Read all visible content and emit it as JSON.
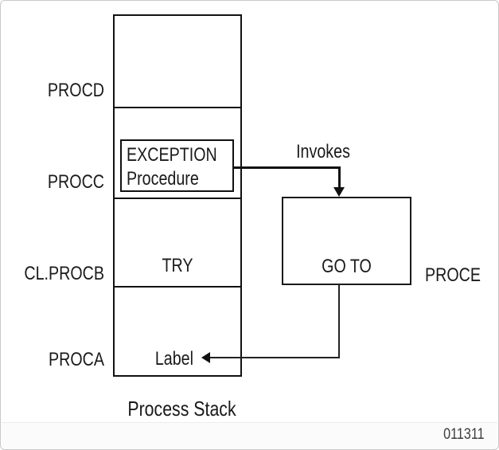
{
  "diagram": {
    "process_stack": {
      "caption": "Process Stack",
      "frames": [
        {
          "name": "PROCD",
          "content": ""
        },
        {
          "name": "PROCC",
          "content": ""
        },
        {
          "name": "CL.PROCB",
          "content": "TRY"
        },
        {
          "name": "PROCA",
          "content": "Label"
        }
      ],
      "exception_box": {
        "title": "EXCEPTION",
        "subtitle": "Procedure"
      }
    },
    "invoke_arrow": {
      "label": "Invokes"
    },
    "goto_box": {
      "content": "GO TO",
      "outside_label": "PROCE"
    },
    "figure_number": "011311"
  },
  "colors": {
    "line": "#111111",
    "text": "#1a1a1a",
    "card_border": "#c8c8c8",
    "figure_number_text": "#3d3d3d"
  }
}
